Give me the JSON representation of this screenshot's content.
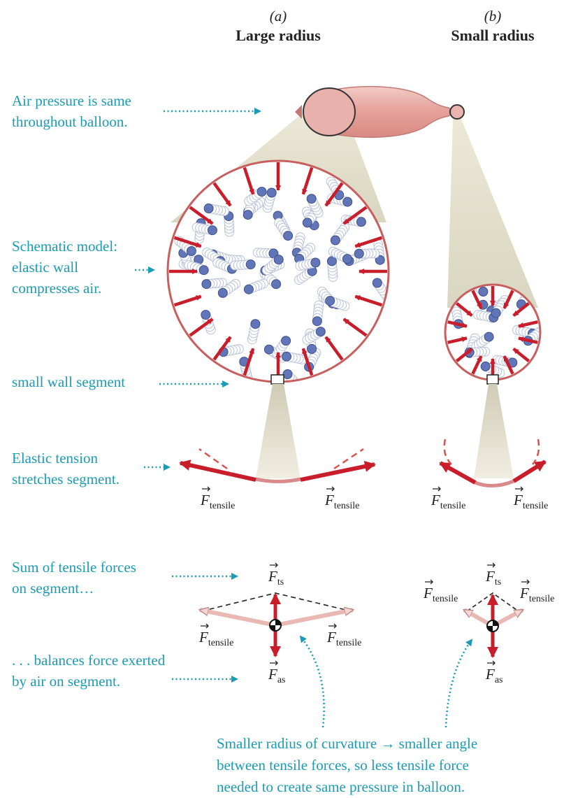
{
  "columns": {
    "a": {
      "letter": "(a)",
      "title": "Large radius"
    },
    "b": {
      "letter": "(b)",
      "title": "Small radius"
    }
  },
  "captions": {
    "air_pressure": [
      "Air pressure is same",
      "throughout balloon."
    ],
    "schematic": [
      "Schematic model:",
      "elastic wall",
      "compresses air."
    ],
    "wall_segment": "small wall segment",
    "elastic_tension": [
      "Elastic tension",
      "stretches segment."
    ],
    "sum_tensile": [
      "Sum of tensile forces",
      "on segment…"
    ],
    "balances": [
      ". . . balances force exerted",
      "by air on segment."
    ],
    "conclusion": [
      "Smaller radius of curvature → smaller angle",
      "between tensile forces, so less tensile force",
      "needed to create same pressure in balloon."
    ]
  },
  "force_labels": {
    "F": "F",
    "tensile": "tensile",
    "ts": "ts",
    "as": "as"
  },
  "colors": {
    "caption": "#1b9bb4",
    "arrow_red": "#c81e2c",
    "wall": "#c85f5f",
    "balloon": "#e6a8a2",
    "molecule": "#5f74b7",
    "beam": "#d9d6c2"
  }
}
